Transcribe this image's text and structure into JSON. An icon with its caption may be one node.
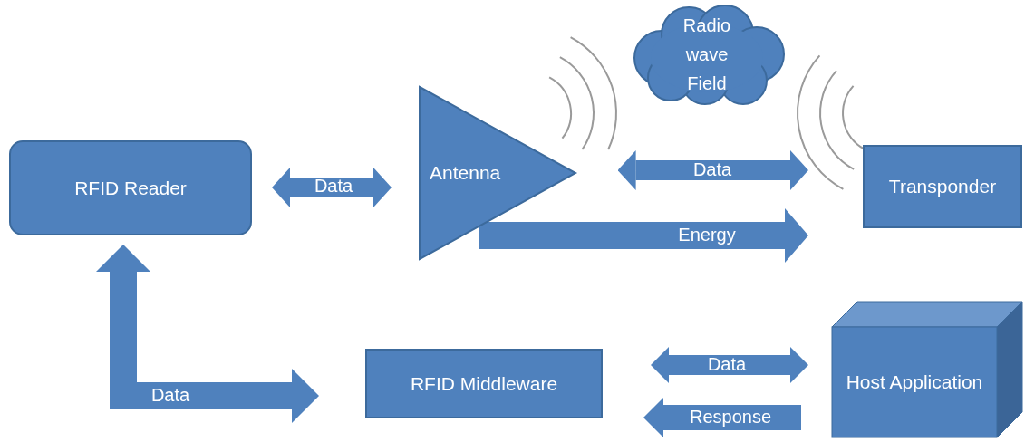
{
  "diagram": {
    "nodes": [
      {
        "text": [
          "RFID Reader"
        ]
      },
      {
        "text": [
          "Antenna"
        ]
      },
      {
        "text": [
          "Radio wave Field"
        ]
      },
      {
        "text": [
          "Transponder"
        ]
      },
      {
        "text": [
          "RFID Middleware"
        ]
      },
      {
        "text": [
          "Host Application"
        ]
      }
    ],
    "edges": [
      {
        "from": 0,
        "to": 1,
        "arrow": "both",
        "label": "Data"
      },
      {
        "from": 1,
        "to": 3,
        "arrow": "both",
        "label": "Data"
      },
      {
        "from": 1,
        "to": 3,
        "arrow": "to",
        "label": "Energy"
      },
      {
        "from": 0,
        "to": 4,
        "arrow": "both",
        "label": "Data"
      },
      {
        "from": 4,
        "to": 5,
        "arrow": "both",
        "label": "Data"
      },
      {
        "from": 5,
        "to": 4,
        "arrow": "to",
        "label": "Response"
      }
    ]
  }
}
